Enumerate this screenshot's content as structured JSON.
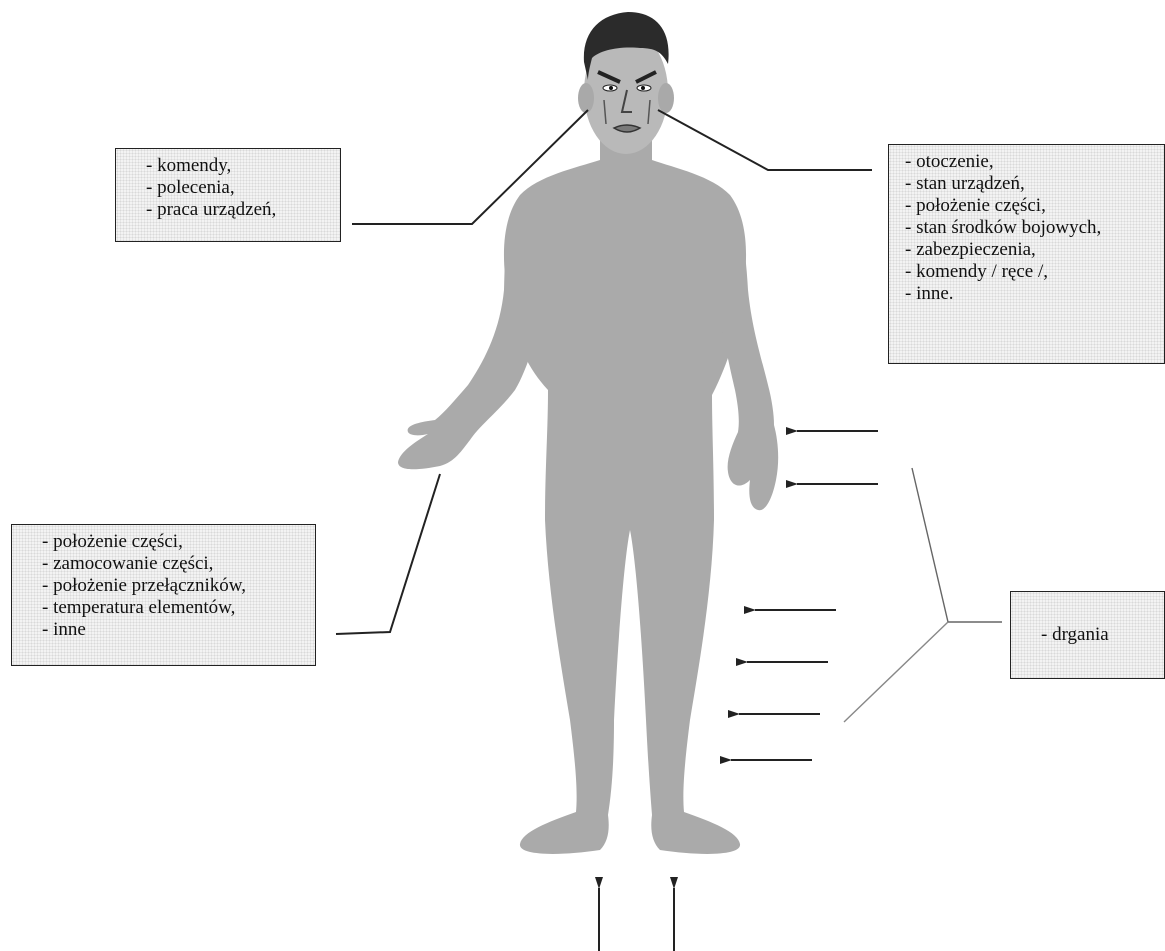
{
  "hearing_box": {
    "items": [
      "- komendy,",
      "- polecenia,",
      "- praca urządzeń,"
    ]
  },
  "sight_box": {
    "items": [
      "- otoczenie,",
      "- stan urządzeń,",
      "- położenie części,",
      "- stan środków bojowych,",
      "- zabezpieczenia,",
      "- komendy / ręce /,",
      "- inne."
    ]
  },
  "touch_box": {
    "items": [
      "- położenie części,",
      "- zamocowanie części,",
      "- położenie przełączników,",
      "- temperatura elementów,",
      "- inne"
    ]
  },
  "vibration_box": {
    "label": "- drgania"
  },
  "colors": {
    "body": "#aaaaaa",
    "hair": "#2b2b2b",
    "skin": "#b9b9b9",
    "line": "#222222",
    "box_fill": "#f3f3f3"
  }
}
